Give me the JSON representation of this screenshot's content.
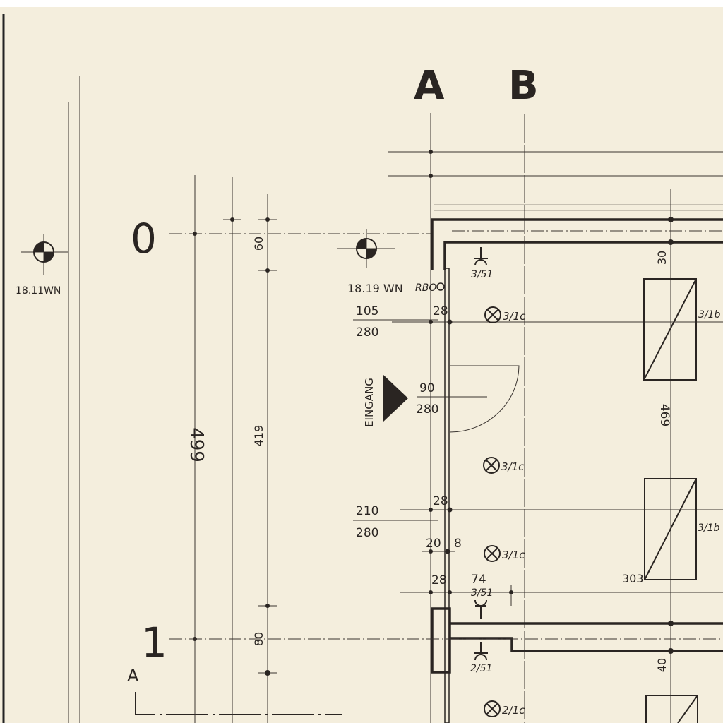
{
  "grid_axes": {
    "a": "A",
    "b": "B"
  },
  "row_axes": {
    "r0": "0",
    "r1": "1"
  },
  "section_marker": "A",
  "levels": {
    "left": "18.11WN",
    "right": "18.19 WN"
  },
  "rbo_label": "RBO",
  "entrance_label": "EINGANG",
  "dimensions": {
    "total": "499",
    "top": "60",
    "middle": "419",
    "bottom": "80",
    "right_top": "30",
    "right_mid": "469",
    "right_bottom": "40",
    "window1_w": "105",
    "window1_h": "280",
    "door_w": "90",
    "door_h": "280",
    "window2_w": "210",
    "window2_h": "280",
    "pier1": "28",
    "pier2": "28",
    "pier3": "28",
    "reveal_a": "20",
    "reveal_b": "8",
    "offset": "74",
    "point_303": "303"
  },
  "fixtures": {
    "outlet_top": "3/51",
    "outlet_mid": "3/51",
    "outlet_low": "2/51",
    "lamp1": "3/1c",
    "lamp2": "3/1c",
    "lamp3": "3/1c",
    "lamp4": "2/1c",
    "panel1": "3/1b",
    "panel2": "3/1b"
  },
  "colors": {
    "paper": "#f4eedd",
    "ink": "#2a2522"
  }
}
